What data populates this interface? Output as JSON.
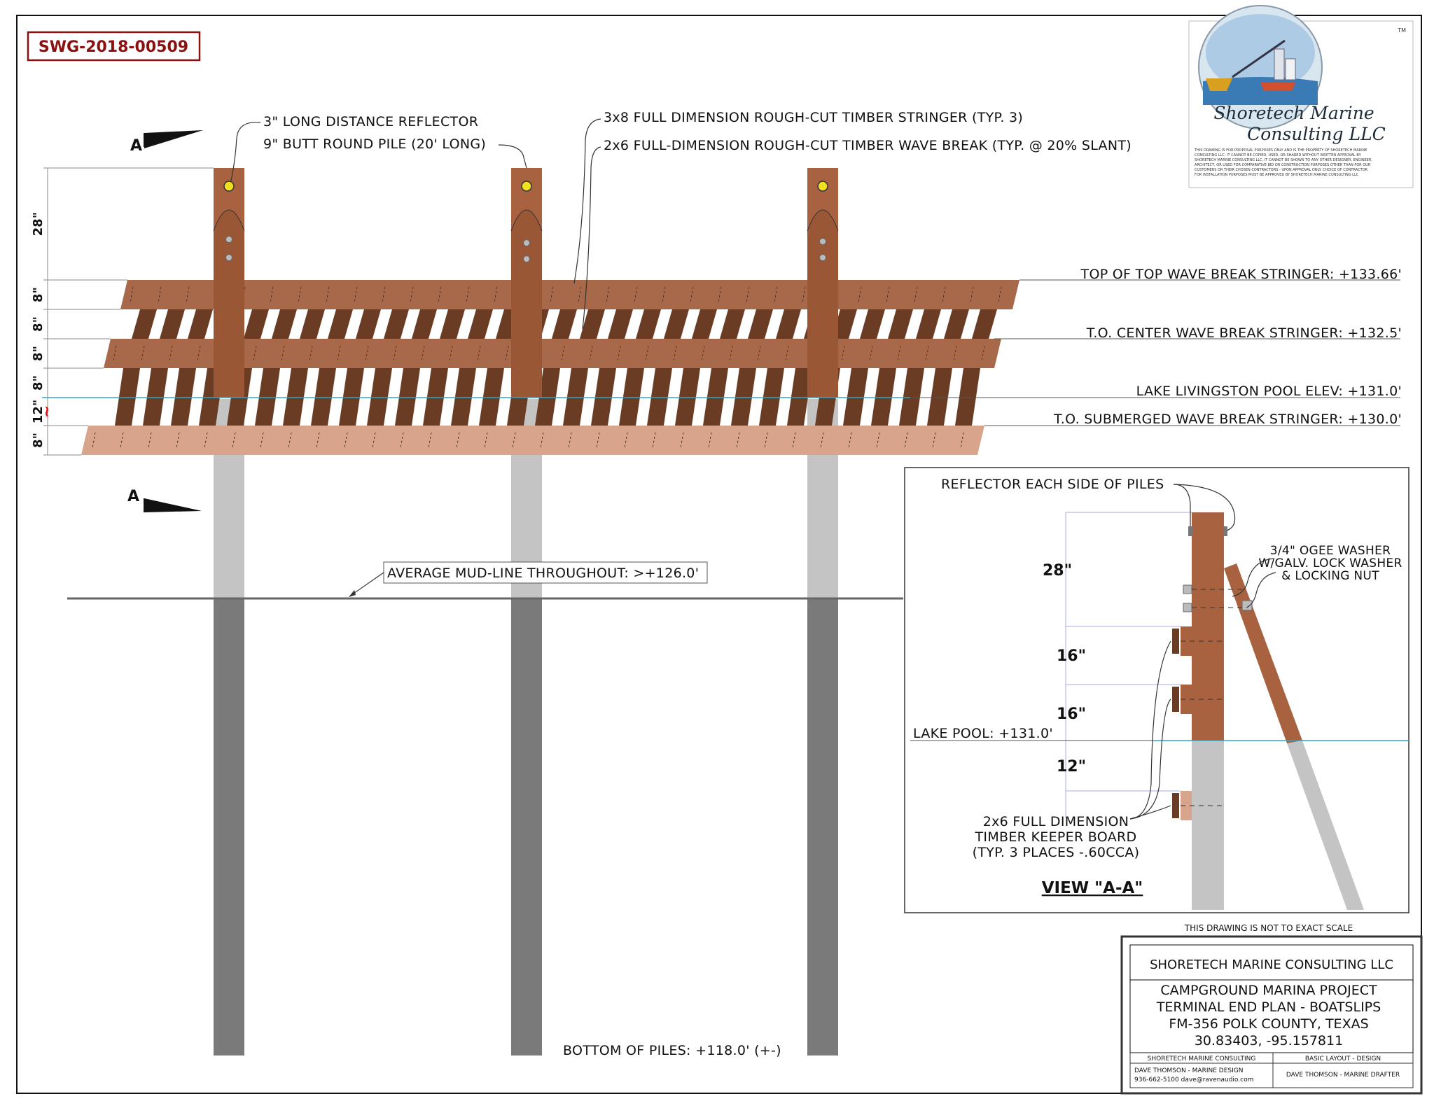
{
  "drawing_number": "SWG-2018-00509",
  "section_marker": "A",
  "logo": {
    "line1": "Shoretech Marine",
    "line2": "Consulting LLC",
    "tm": "TM",
    "disclaimer": [
      "THIS DRAWING IS FOR PROPOSAL PURPOSES ONLY AND IS THE PROPERTY OF SHORETECH MARINE",
      "CONSULTING LLC. IT CANNOT BE COPIED, USED, OR SHARED WITHOUT WRITTEN APPROVAL BY",
      "SHORETECH MARINE CONSULTING LLC. IT CANNOT BE SHOWN TO ANY OTHER DESIGNER, ENGINEER,",
      "ARCHITECT, OR USED FOR COMPARATIVE BID OR CONSTRUCTION PURPOSES OTHER THAN FOR OUR",
      "CUSTOMERS OR THEIR CHOSEN CONTRACTORS - UPON APPROVAL ONLY. CHOICE OF CONTRACTOR",
      "FOR INSTALLATION PURPOSES MUST BE APPROVED BY SHORETECH MARINE CONSULTING LLC"
    ]
  },
  "callouts": {
    "reflector": "3\" LONG DISTANCE REFLECTOR",
    "pile": "9\" BUTT ROUND PILE (20' LONG)",
    "stringer": "3x8 FULL DIMENSION ROUGH-CUT TIMBER STRINGER (TYP. 3)",
    "wave_break": "2x6 FULL-DIMENSION ROUGH-CUT TIMBER WAVE BREAK (TYP. @ 20% SLANT)",
    "mud_line": "AVERAGE MUD-LINE THROUGHOUT: >+126.0'",
    "bottom": "BOTTOM OF PILES: +118.0' (+-)"
  },
  "elevations": [
    "TOP OF TOP WAVE BREAK STRINGER: +133.66'",
    "T.O. CENTER WAVE BREAK STRINGER: +132.5'",
    "LAKE LIVINGSTON POOL ELEV: +131.0'",
    "T.O. SUBMERGED WAVE BREAK STRINGER: +130.0'"
  ],
  "dimensions": [
    "28\"",
    "8\"",
    "8\"",
    "8\"",
    "8\"",
    "12\"",
    "8\""
  ],
  "water_mark": "~",
  "view": {
    "title": "VIEW \"A-A\"",
    "reflector_note": "REFLECTOR EACH SIDE OF PILES",
    "washer_note": [
      "3/4\" OGEE WASHER",
      "W/GALV. LOCK WASHER",
      "& LOCKING NUT"
    ],
    "lake_pool": "LAKE POOL: +131.0'",
    "keeper_note": [
      "2x6 FULL DIMENSION",
      "TIMBER KEEPER BOARD",
      "(TYP. 3 PLACES -.60CCA)"
    ],
    "dims": [
      "28\"",
      "16\"",
      "16\"",
      "12\""
    ]
  },
  "scale_note": "THIS DRAWING IS NOT TO EXACT SCALE",
  "title_block": {
    "company": "SHORETECH MARINE CONSULTING LLC",
    "project": [
      "CAMPGROUND MARINA PROJECT",
      "TERMINAL END PLAN - BOATSLIPS",
      "FM-356 POLK COUNTY, TEXAS",
      "30.83403, -95.157811"
    ],
    "left_header": "SHORETECH MARINE CONSULTING",
    "right_header": "BASIC LAYOUT - DESIGN",
    "left_lines": [
      "DAVE THOMSON - MARINE DESIGN",
      "936-662-5100  dave@ravenaudio.com"
    ],
    "right_line": "DAVE THOMSON - MARINE DRAFTER"
  },
  "colors": {
    "stringer": "#a8684a",
    "stringer_light": "#d9a48c",
    "slat": "#6b3c24",
    "pile_wood": "#a8623f",
    "pile_grey": "#c4c4c4",
    "pile_dark": "#7a7a7a",
    "water": "#2ea3c8",
    "reflector": "#f0e020",
    "red_text": "#8b1010"
  }
}
